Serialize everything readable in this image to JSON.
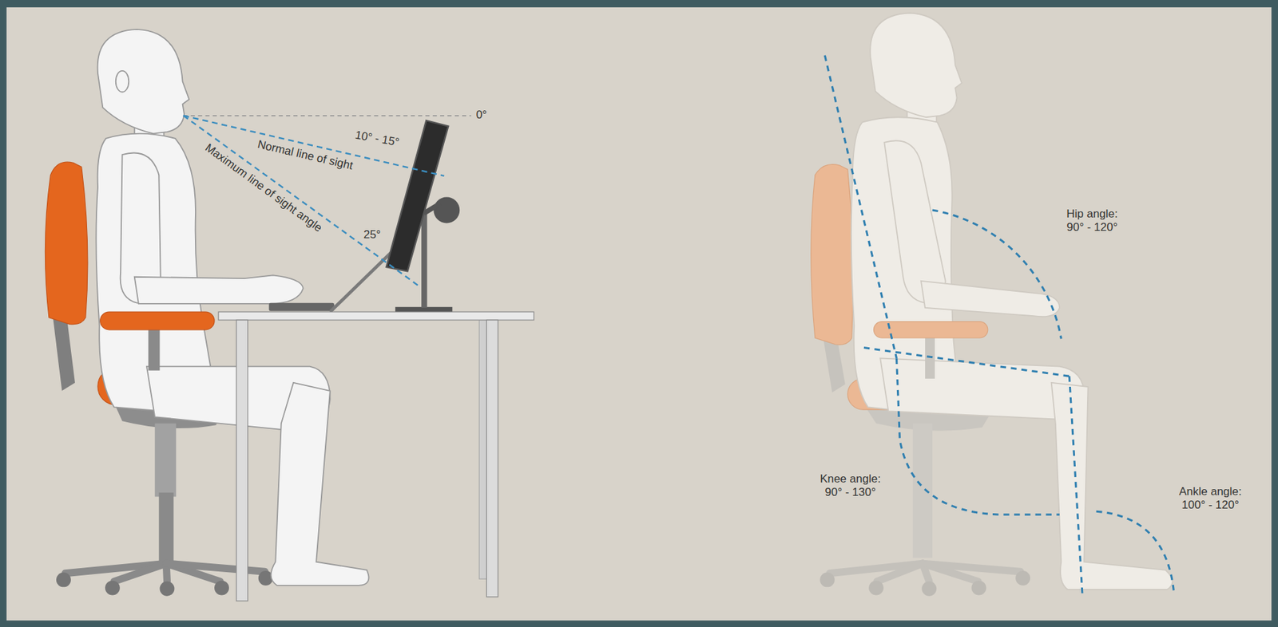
{
  "diagram": {
    "labels": [
      "0°",
      "10° - 15°",
      "Normal line of sight",
      "Maximum line of sight angle",
      "25°",
      "Hip angle: 90° - 120°",
      "Knee angle: 90° - 130°",
      "Ankle angle: 100° - 120°"
    ]
  }
}
